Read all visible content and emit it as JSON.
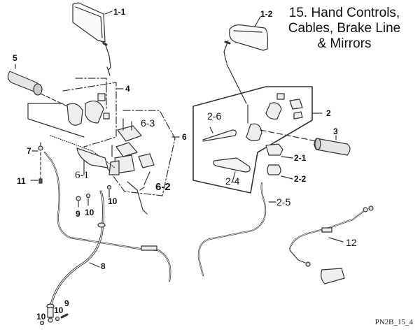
{
  "title": {
    "lines": [
      "15. Hand Controls,",
      "Cables, Brake Line",
      "& Mirrors"
    ]
  },
  "callouts": {
    "mirror_left": "1-1",
    "mirror_right": "1-2",
    "right_switch_assembly": "2",
    "right_lever_bracket": "2-1",
    "right_switch_part": "2-2",
    "right_lever": "2-4",
    "right_cable": "2-5",
    "right_cable_small": "2-6",
    "throttle_grip": "3",
    "left_switch_assembly": "4",
    "left_grip": "5",
    "master_cylinder_assembly": "6",
    "brake_lever": "6-1",
    "brake_switch": "6-2",
    "lever_bracket": "6-3",
    "pin": "7",
    "brake_line": "8",
    "banjo_bolt_upper": "9",
    "washer_upper_a": "10",
    "washer_upper_b": "10",
    "banjo_bolt_lower": "9",
    "washer_lower_a": "10",
    "washer_lower_b": "10",
    "bolt_11": "11",
    "choke_cable": "12"
  },
  "footer": {
    "code": "PN2B_15_4"
  }
}
